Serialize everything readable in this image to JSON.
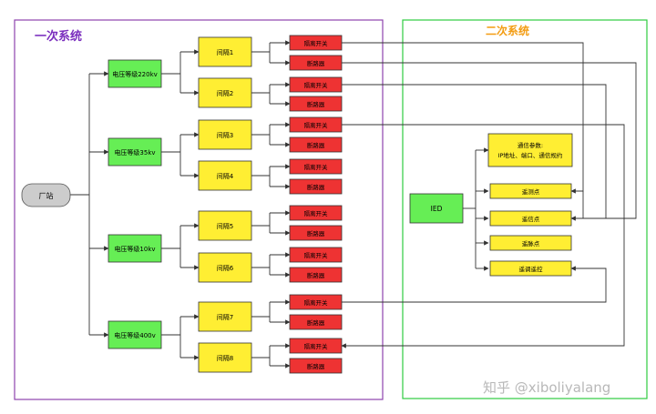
{
  "primary_system": {
    "title": "一次系统",
    "title_color": "#7B2FBE",
    "border_color": "#8E44AD"
  },
  "secondary_system": {
    "title": "二次系统",
    "title_color": "#F39C12",
    "border_color": "#2ECC40"
  },
  "root": {
    "label": "厂站"
  },
  "voltage_levels": [
    {
      "label": "电压等级220kv"
    },
    {
      "label": "电压等级35kv"
    },
    {
      "label": "电压等级10kv"
    },
    {
      "label": "电压等级400v"
    }
  ],
  "bays": [
    {
      "label": "间隔1"
    },
    {
      "label": "间隔2"
    },
    {
      "label": "间隔3"
    },
    {
      "label": "间隔4"
    },
    {
      "label": "间隔5"
    },
    {
      "label": "间隔6"
    },
    {
      "label": "间隔7"
    },
    {
      "label": "间隔8"
    }
  ],
  "devices": [
    {
      "label": "隔离开关"
    },
    {
      "label": "断路器"
    },
    {
      "label": "隔离开关"
    },
    {
      "label": "断路器"
    },
    {
      "label": "隔离开关"
    },
    {
      "label": "断路器"
    },
    {
      "label": "隔离开关"
    },
    {
      "label": "断路器"
    },
    {
      "label": "隔离开关"
    },
    {
      "label": "断路器"
    },
    {
      "label": "隔离开关"
    },
    {
      "label": "断路器"
    },
    {
      "label": "隔离开关"
    },
    {
      "label": "断路器"
    },
    {
      "label": "隔离开关"
    },
    {
      "label": "断路器"
    }
  ],
  "ied": {
    "label": "IED"
  },
  "ied_items": [
    {
      "label": "通信参数:",
      "label2": "IP地址、端口、通信规约"
    },
    {
      "label": "遥测点"
    },
    {
      "label": "遥信点"
    },
    {
      "label": "遥脉点"
    },
    {
      "label": "遥调遥控"
    }
  ],
  "watermark": {
    "text": "知乎 @xiboliyalang"
  },
  "colors": {
    "green_fill": "#66EE55",
    "yellow_fill": "#FFEE33",
    "red_fill": "#EE3333",
    "gray_fill": "#CCCCCC",
    "line": "#333333"
  }
}
